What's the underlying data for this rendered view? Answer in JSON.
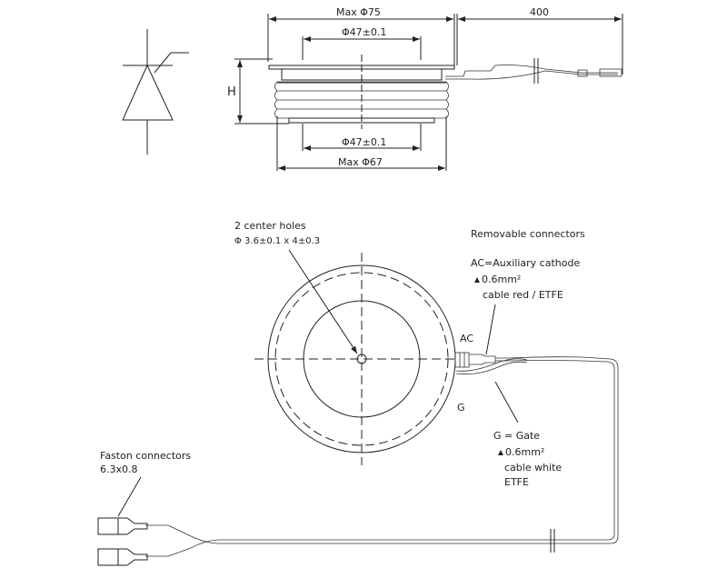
{
  "side_view": {
    "dim_max75": "Max Φ75",
    "dim_400": "400",
    "dim_47_top": "Φ47±0.1",
    "dim_47_bottom": "Φ47±0.1",
    "dim_max67": "Max Φ67",
    "dim_h": "H"
  },
  "top_view": {
    "center_holes_line1": "2 center holes",
    "center_holes_line2": "Φ 3.6±0.1 x 4±0.3",
    "removable_connectors": "Removable connectors",
    "ac_line1": "AC=Auxiliary cathode",
    "ac_line2": "0.6mm²",
    "ac_line3": "cable red / ETFE",
    "ac_tag": "AC",
    "g_tag": "G",
    "g_line1": "G = Gate",
    "g_line2": "0.6mm²",
    "g_line3": "cable white",
    "g_line4": "ETFE",
    "faston_line1": "Faston connectors",
    "faston_line2": "6.3x0.8"
  }
}
